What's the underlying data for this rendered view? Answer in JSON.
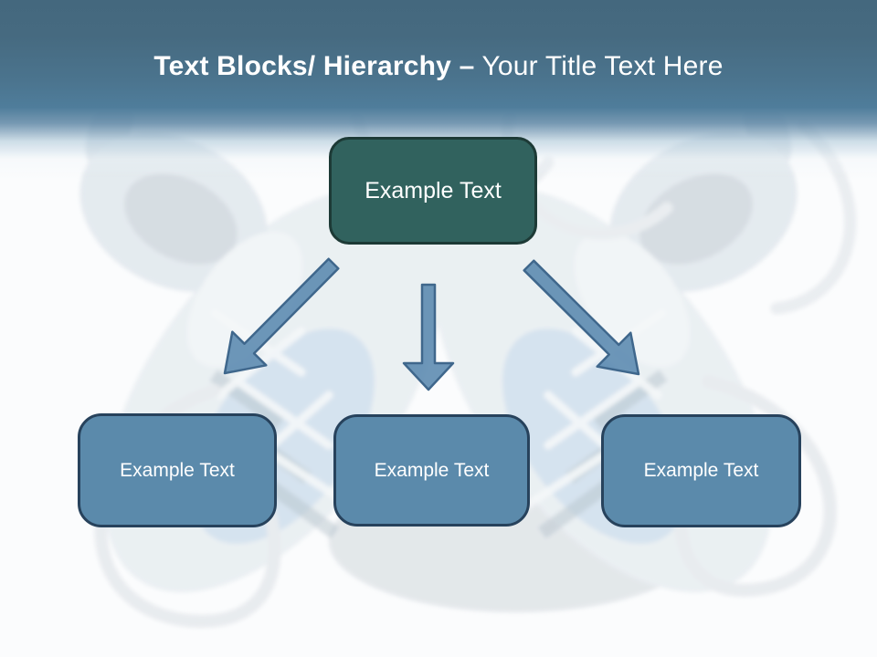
{
  "slide": {
    "title": {
      "emphasis": "Text Blocks/ Hierarchy –",
      "rest": "Your Title Text Here"
    },
    "hierarchy": {
      "root": {
        "label": "Example Text"
      },
      "children": [
        {
          "label": "Example Text"
        },
        {
          "label": "Example Text"
        },
        {
          "label": "Example Text"
        }
      ]
    },
    "colors": {
      "header_top": "#44687e",
      "header_mid": "#4f7d9b",
      "root_fill": "#31625e",
      "root_border": "#1d3a36",
      "child_fill": "#5b8aab",
      "child_border": "#27425c",
      "arrow_fill": "#5585ad",
      "arrow_border": "#3f678c",
      "title_color": "#ffffff"
    }
  }
}
